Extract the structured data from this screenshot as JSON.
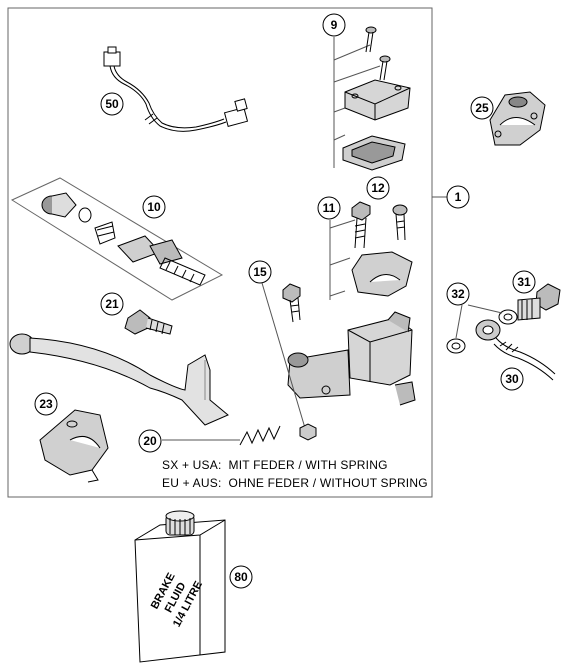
{
  "callouts": [
    {
      "id": "c9",
      "label": "9"
    },
    {
      "id": "c50",
      "label": "50"
    },
    {
      "id": "c25",
      "label": "25"
    },
    {
      "id": "c1",
      "label": "1"
    },
    {
      "id": "c12",
      "label": "12"
    },
    {
      "id": "c11",
      "label": "11"
    },
    {
      "id": "c10",
      "label": "10"
    },
    {
      "id": "c15",
      "label": "15"
    },
    {
      "id": "c21",
      "label": "21"
    },
    {
      "id": "c32",
      "label": "32"
    },
    {
      "id": "c31",
      "label": "31"
    },
    {
      "id": "c30",
      "label": "30"
    },
    {
      "id": "c23",
      "label": "23"
    },
    {
      "id": "c20",
      "label": "20"
    },
    {
      "id": "c80",
      "label": "80"
    }
  ],
  "notes": {
    "line1": "SX + USA:  MIT FEDER / WITH SPRING",
    "line2": "EU + AUS:  OHNE FEDER / WITHOUT SPRING"
  },
  "can_label": [
    "BRAKE",
    "FLUID",
    "1/4 LITRE"
  ]
}
